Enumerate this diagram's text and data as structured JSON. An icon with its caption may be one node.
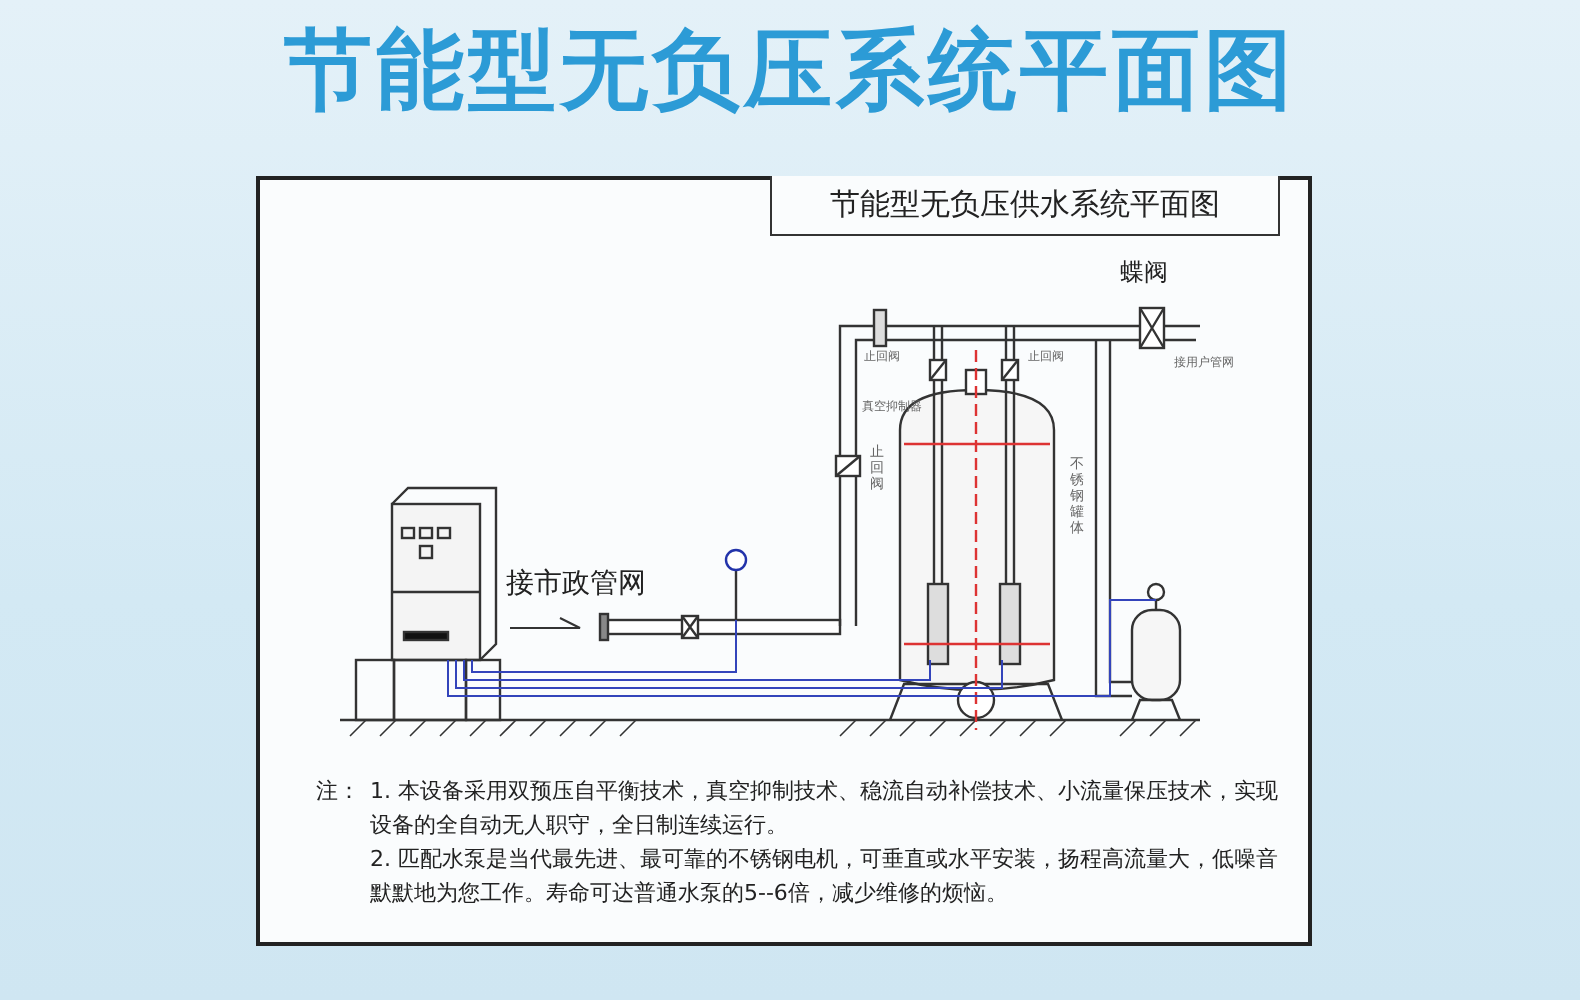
{
  "diagram": {
    "title": "节能型无负压系统平面图",
    "labels": [
      "节能型无负压供水系统平面图",
      "蝶阀",
      "止回阀",
      "止回阀",
      "真空抑制器",
      "接用户管网",
      "止回阀",
      "不锈钢罐体",
      "接市政管网",
      "注：",
      "1. 本设备采用双预压自平衡技术，真空抑制技术、稳流自动补偿技术、小流量保压技术，实现设备的全自动无人职守，全日制连续运行。",
      "2. 匹配水泵是当代最先进、最可靠的不锈钢电机，可垂直或水平安装，扬程高流量大，低噪音默默地为您工作。寿命可达普通水泵的5--6倍，减少维修的烦恼。"
    ]
  }
}
